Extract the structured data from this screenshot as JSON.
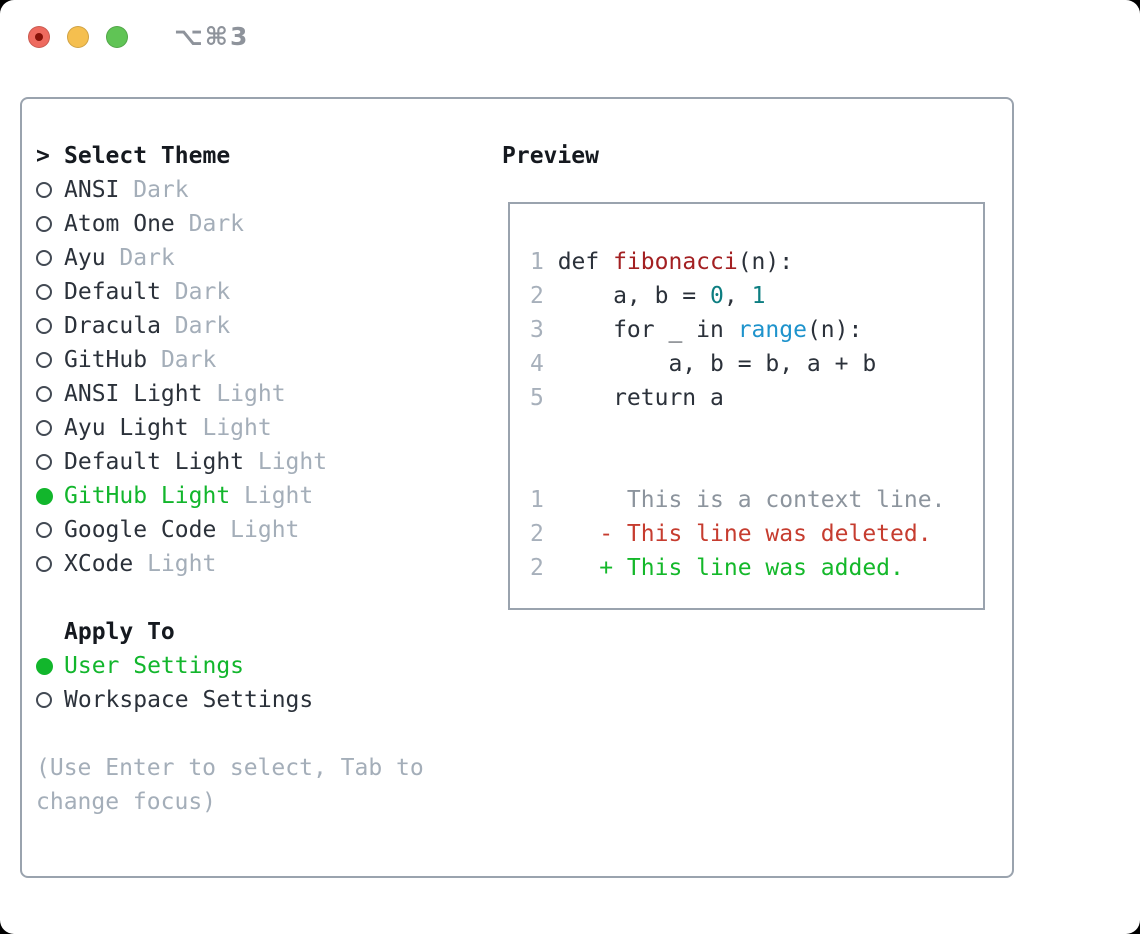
{
  "window": {
    "title": "⌥⌘3",
    "traffic_lights": [
      {
        "name": "close",
        "color": "#ee6a5f"
      },
      {
        "name": "minimize",
        "color": "#f5bf4f"
      },
      {
        "name": "zoom",
        "color": "#60c455"
      }
    ]
  },
  "theme_panel": {
    "prompt": ">",
    "heading": "Select Theme",
    "themes": [
      {
        "name": "ANSI",
        "variant": "Dark",
        "selected": false
      },
      {
        "name": "Atom One",
        "variant": "Dark",
        "selected": false
      },
      {
        "name": "Ayu",
        "variant": "Dark",
        "selected": false
      },
      {
        "name": "Default",
        "variant": "Dark",
        "selected": false
      },
      {
        "name": "Dracula",
        "variant": "Dark",
        "selected": false
      },
      {
        "name": "GitHub",
        "variant": "Dark",
        "selected": false
      },
      {
        "name": "ANSI Light",
        "variant": "Light",
        "selected": false
      },
      {
        "name": "Ayu Light",
        "variant": "Light",
        "selected": false
      },
      {
        "name": "Default Light",
        "variant": "Light",
        "selected": false
      },
      {
        "name": "GitHub Light",
        "variant": "Light",
        "selected": true
      },
      {
        "name": "Google Code",
        "variant": "Light",
        "selected": false
      },
      {
        "name": "XCode",
        "variant": "Light",
        "selected": false
      }
    ],
    "apply_to": {
      "heading": "Apply To",
      "options": [
        {
          "label": "User Settings",
          "selected": true
        },
        {
          "label": "Workspace Settings",
          "selected": false
        }
      ]
    },
    "help_text": "(Use Enter to select, Tab to change focus)"
  },
  "preview": {
    "heading": "Preview",
    "code_lines": [
      {
        "num": "1",
        "tokens": [
          {
            "t": "def ",
            "c": "code"
          },
          {
            "t": "fibonacci",
            "c": "func"
          },
          {
            "t": "(n):",
            "c": "code"
          }
        ]
      },
      {
        "num": "2",
        "tokens": [
          {
            "t": "    a, b = ",
            "c": "code"
          },
          {
            "t": "0",
            "c": "num"
          },
          {
            "t": ", ",
            "c": "code"
          },
          {
            "t": "1",
            "c": "num"
          }
        ]
      },
      {
        "num": "3",
        "tokens": [
          {
            "t": "    for _ in ",
            "c": "code"
          },
          {
            "t": "range",
            "c": "builtin"
          },
          {
            "t": "(n):",
            "c": "code"
          }
        ]
      },
      {
        "num": "4",
        "tokens": [
          {
            "t": "        a, b = b, a + b",
            "c": "code"
          }
        ]
      },
      {
        "num": "5",
        "tokens": [
          {
            "t": "    return a",
            "c": "code"
          }
        ]
      }
    ],
    "blank_lines_between": 2,
    "diff_lines": [
      {
        "num": "1",
        "tokens": [
          {
            "t": "     This is a context line.",
            "c": "context"
          }
        ]
      },
      {
        "num": "2",
        "tokens": [
          {
            "t": "   - This line was deleted.",
            "c": "del"
          }
        ]
      },
      {
        "num": "2",
        "tokens": [
          {
            "t": "   + This line was added.",
            "c": "add"
          }
        ]
      }
    ]
  },
  "colors": {
    "selection_green": "#12b62c",
    "diff_added": "#14b82a",
    "diff_deleted": "#c63c2f",
    "function_red": "#a32022",
    "number_teal": "#0d7e81",
    "builtin_blue": "#1e93cc",
    "muted_gray": "#a4aeb9",
    "border_gray": "#9aa3ae",
    "ink": "#2b313a"
  }
}
